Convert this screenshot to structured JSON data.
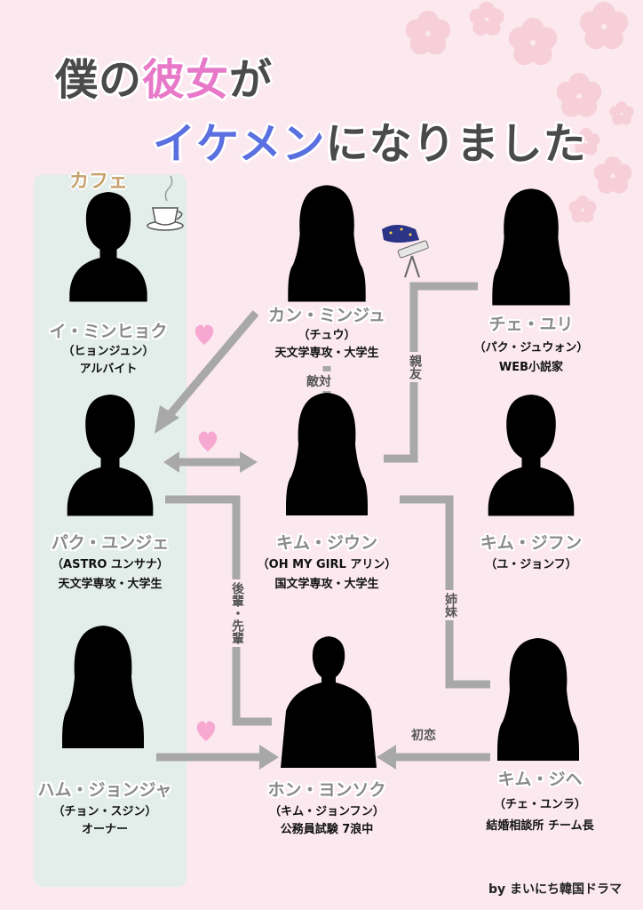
{
  "title": {
    "line1_part1": "僕の",
    "line1_part2": "彼女",
    "line1_part3": "が",
    "line2_part1": "イケメン",
    "line2_part2": "になりました"
  },
  "cafe_label": "カフェ",
  "people": {
    "minhyuk": {
      "name": "イ・ミンヒョク",
      "actor": "（ヒョンジュン）",
      "role": "アルバイト"
    },
    "minju": {
      "name": "カン・ミンジュ",
      "actor": "（チュウ）",
      "role": "天文学専攻・大学生"
    },
    "yuri": {
      "name": "チェ・ユリ",
      "actor": "（パク・ジュウォン）",
      "role": "WEB小説家"
    },
    "eunjae": {
      "name": "パク・ユンジェ",
      "actor": "（ASTRO ユンサナ）",
      "role": "天文学専攻・大学生"
    },
    "jiwoon": {
      "name": "キム・ジウン",
      "actor": "（OH MY GIRL アリン）",
      "role": "国文学専攻・大学生"
    },
    "jihoon": {
      "name": "キム・ジフン",
      "actor": "（ユ・ジョンフ）"
    },
    "jungja": {
      "name": "ハム・ジョンジャ",
      "actor": "（チョン・スジン）",
      "role": "オーナー"
    },
    "yongsok": {
      "name": "ホン・ヨンソク",
      "actor": "（キム・ジョンフン）",
      "role": "公務員試験 7浪中"
    },
    "jihye": {
      "name": "キム・ジヘ",
      "actor": "（チェ・ユンラ）",
      "role": "結婚相談所 チーム長"
    }
  },
  "relations": {
    "rival": "敵対",
    "best_friend": "親友",
    "senior_junior": "後輩・先輩",
    "sisters": "姉妹",
    "first_love": "初恋"
  },
  "credit": "by まいにち韓国ドラマ",
  "colors": {
    "background": "#fbe9ef",
    "cafe_panel": "#e3eeea",
    "line": "#a8a8a8",
    "heart": "#f7a8d0",
    "title_pink": "#e879c9",
    "title_blue": "#5a6fe0"
  }
}
